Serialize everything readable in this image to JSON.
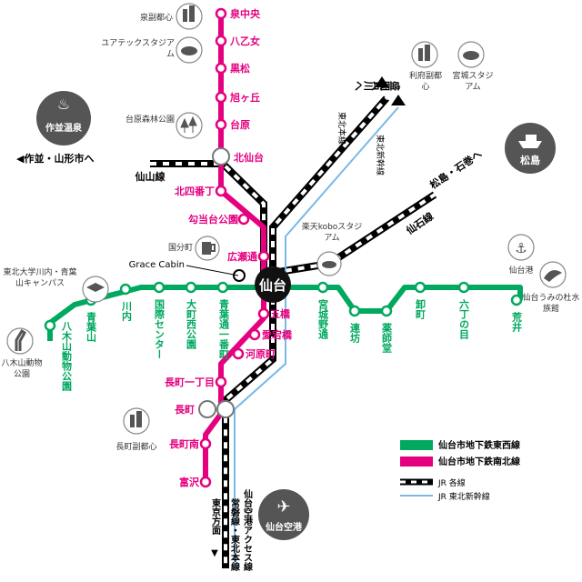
{
  "colors": {
    "namboku": "#e4007f",
    "tozai": "#00a95f",
    "jr": "#000000",
    "shinkansen": "#7ab8e6",
    "label_gray": "#333333",
    "icon_gray": "#555555"
  },
  "namboku_stations": [
    {
      "key": "izumichuo",
      "label": "泉中央"
    },
    {
      "key": "yaotome",
      "label": "八乙女"
    },
    {
      "key": "kuromatsu",
      "label": "黒松"
    },
    {
      "key": "asahigaoka",
      "label": "旭ヶ丘"
    },
    {
      "key": "dainohara",
      "label": "台原"
    },
    {
      "key": "kitasendai",
      "label": "北仙台"
    },
    {
      "key": "kitayonbancho",
      "label": "北四番丁"
    },
    {
      "key": "kotodaikoen",
      "label": "勾当台公園"
    },
    {
      "key": "hirosedori",
      "label": "広瀬通"
    },
    {
      "key": "itsutsubashi",
      "label": "五橋"
    },
    {
      "key": "atagobashi",
      "label": "愛宕橋"
    },
    {
      "key": "kawaramachi",
      "label": "河原町"
    },
    {
      "key": "nagamachiitchome",
      "label": "長町一丁目"
    },
    {
      "key": "nagamachi",
      "label": "長町"
    },
    {
      "key": "nagamachiminami",
      "label": "長町南"
    },
    {
      "key": "tomizawa",
      "label": "富沢"
    }
  ],
  "tozai_stations": [
    {
      "key": "yagiyama",
      "label": "八木山動物公園"
    },
    {
      "key": "aobayama",
      "label": "青葉山"
    },
    {
      "key": "kawauchi",
      "label": "川内"
    },
    {
      "key": "kokusai",
      "label": "国際センター"
    },
    {
      "key": "omachinishi",
      "label": "大町西公園"
    },
    {
      "key": "aobadori",
      "label": "青葉通一番町"
    },
    {
      "key": "miyagino",
      "label": "宮城野通"
    },
    {
      "key": "renbo",
      "label": "連坊"
    },
    {
      "key": "yakushido",
      "label": "薬師堂"
    },
    {
      "key": "oroshimachi",
      "label": "卸町"
    },
    {
      "key": "rokuchome",
      "label": "六丁の目"
    },
    {
      "key": "arai",
      "label": "荒井"
    }
  ],
  "hub": {
    "label": "仙台"
  },
  "directions": {
    "sakunami": "◀作並・山形市へ",
    "senzan_line": "仙山線",
    "furukawa": "古川へ",
    "morioka": "盛岡へ",
    "tohoku_main": "東北本線",
    "tohoku_shinkansen": "東北新幹線",
    "matsushima": "松島・石巻へ",
    "senseki_line": "仙石線",
    "tokyo": "東京方面",
    "tokyo_arrow": "▼",
    "airport_access": "仙台空港アクセス線",
    "joban": "常磐線・東北本線"
  },
  "landmarks": {
    "izumi_office": "泉副都心",
    "yurtec": "ユアテックスタジアム",
    "dainohara_forest": "台原森林公園",
    "sakunami_onsen": "作並温泉",
    "rifu": "利府副都心",
    "miyagi_stadium": "宮城スタジアム",
    "matsushima": "松島",
    "rakuten": "楽天koboスタジアム",
    "kokubuncho": "国分町",
    "grace_cabin": "Grace Cabin",
    "tohoku_univ": "東北大学川内・青葉山キャンパス",
    "yagiyama_zoo": "八木山動物公園",
    "sendai_port": "仙台港",
    "aquarium": "仙台うみの杜水族館",
    "nagamachi_office": "長町副都心",
    "airport": "仙台空港"
  },
  "legend": {
    "tozai": "仙台市地下鉄東西線",
    "namboku": "仙台市地下鉄南北線",
    "jr": "JR 各線",
    "shinkansen": "JR 東北新幹線"
  }
}
